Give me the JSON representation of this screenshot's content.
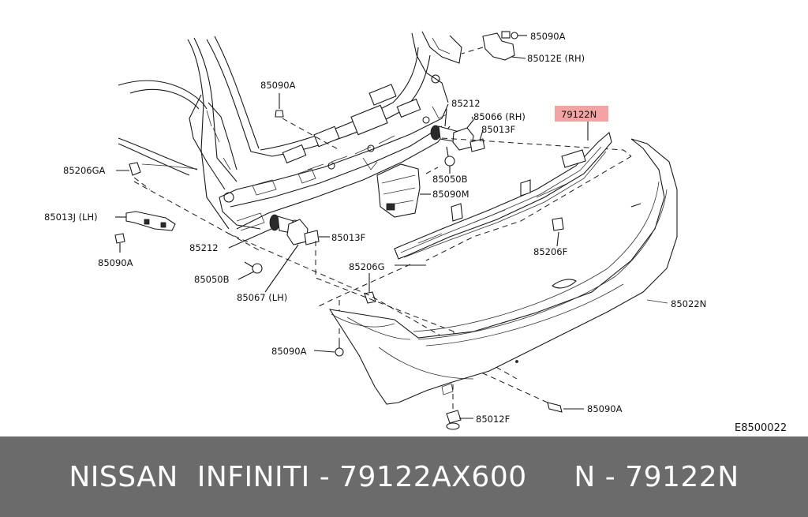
{
  "diagram": {
    "highlight_color": "#f4a3a3",
    "callouts": [
      {
        "id": "c1",
        "text": "85090A"
      },
      {
        "id": "c2",
        "text": "85012E (RH)"
      },
      {
        "id": "c3",
        "text": "85090A"
      },
      {
        "id": "c4",
        "text": "85212"
      },
      {
        "id": "c5",
        "text": "85066 (RH)"
      },
      {
        "id": "c6",
        "text": "85013F"
      },
      {
        "id": "c7",
        "text": "79122N"
      },
      {
        "id": "c8",
        "text": "85206GA"
      },
      {
        "id": "c9",
        "text": "85050B"
      },
      {
        "id": "c10",
        "text": "85090M"
      },
      {
        "id": "c11",
        "text": "85013J (LH)"
      },
      {
        "id": "c12",
        "text": "85090A"
      },
      {
        "id": "c13",
        "text": "85212"
      },
      {
        "id": "c14",
        "text": "85013F"
      },
      {
        "id": "c15",
        "text": "85206F"
      },
      {
        "id": "c16",
        "text": "85206G"
      },
      {
        "id": "c17",
        "text": "85050B"
      },
      {
        "id": "c18",
        "text": "85067 (LH)"
      },
      {
        "id": "c19",
        "text": "85022N"
      },
      {
        "id": "c20",
        "text": "85090A"
      },
      {
        "id": "c21",
        "text": "85090A"
      },
      {
        "id": "c22",
        "text": "85012F"
      }
    ],
    "diagram_code": "E8500022"
  },
  "footer": {
    "text": "NISSAN  INFINITI - 79122AX600     N - 79122N",
    "background": "#6b6b6b",
    "text_color": "#ffffff"
  }
}
